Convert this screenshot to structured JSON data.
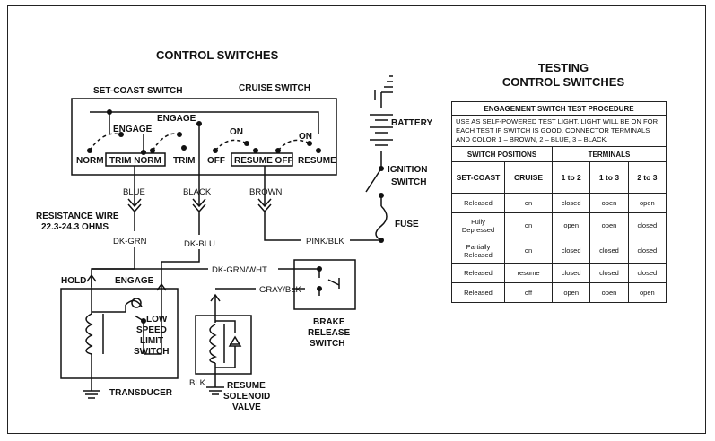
{
  "titles": {
    "control_switches": "CONTROL SWITCHES",
    "testing_line1": "TESTING",
    "testing_line2": "CONTROL SWITCHES"
  },
  "labels": {
    "set_coast_switch": "SET-COAST SWITCH",
    "cruise_switch": "CRUISE SWITCH",
    "engage_top": "ENGAGE",
    "engage_left": "ENGAGE",
    "on_mid": "ON",
    "on_right": "ON",
    "norm": "NORM",
    "trim_norm": "TRIM NORM",
    "trim": "TRIM",
    "off_left": "OFF",
    "resume_off": "RESUME OFF",
    "resume": "RESUME",
    "battery": "BATTERY",
    "ignition_line1": "IGNITION",
    "ignition_line2": "SWITCH",
    "fuse": "FUSE",
    "resistance_line1": "RESISTANCE WIRE",
    "resistance_line2": "22.3-24.3 OHMS",
    "hold": "HOLD",
    "engage_transducer": "ENGAGE",
    "low_speed_1": "LOW",
    "low_speed_2": "SPEED",
    "low_speed_3": "LIMIT",
    "low_speed_4": "SWITCH",
    "transducer": "TRANSDUCER",
    "blk": "BLK",
    "resume_solenoid_1": "RESUME",
    "resume_solenoid_2": "SOLENOID",
    "resume_solenoid_3": "VALVE",
    "brake_1": "BRAKE",
    "brake_2": "RELEASE",
    "brake_3": "SWITCH"
  },
  "wires": {
    "blue": "BLUE",
    "black": "BLACK",
    "brown": "BROWN",
    "dk_grn": "DK-GRN",
    "dk_blu": "DK-BLU",
    "pink_blk": "PINK/BLK",
    "dk_grn_wht": "DK-GRN/WHT",
    "gray_blk": "GRAY/BLK"
  },
  "table": {
    "title": "ENGAGEMENT SWITCH TEST PROCEDURE",
    "description": "USE AS SELF-POWERED TEST LIGHT. LIGHT WILL BE ON FOR EACH TEST IF SWITCH IS GOOD. CONNECTOR TERMINALS AND COLOR 1 – BROWN, 2 – BLUE, 3 – BLACK.",
    "switch_positions": "SWITCH POSITIONS",
    "terminals": "TERMINALS",
    "col_set_coast": "SET-COAST",
    "col_cruise": "CRUISE",
    "col_1_2": "1 to 2",
    "col_1_3": "1 to 3",
    "col_2_3": "2 to 3",
    "rows": [
      {
        "set_coast": "Released",
        "cruise": "on",
        "t12": "closed",
        "t13": "open",
        "t23": "open"
      },
      {
        "set_coast": "Fully Depressed",
        "cruise": "on",
        "t12": "open",
        "t13": "open",
        "t23": "closed"
      },
      {
        "set_coast": "Partially Released",
        "cruise": "on",
        "t12": "closed",
        "t13": "closed",
        "t23": "closed"
      },
      {
        "set_coast": "Released",
        "cruise": "resume",
        "t12": "closed",
        "t13": "closed",
        "t23": "closed"
      },
      {
        "set_coast": "Released",
        "cruise": "off",
        "t12": "open",
        "t13": "open",
        "t23": "open"
      }
    ]
  }
}
